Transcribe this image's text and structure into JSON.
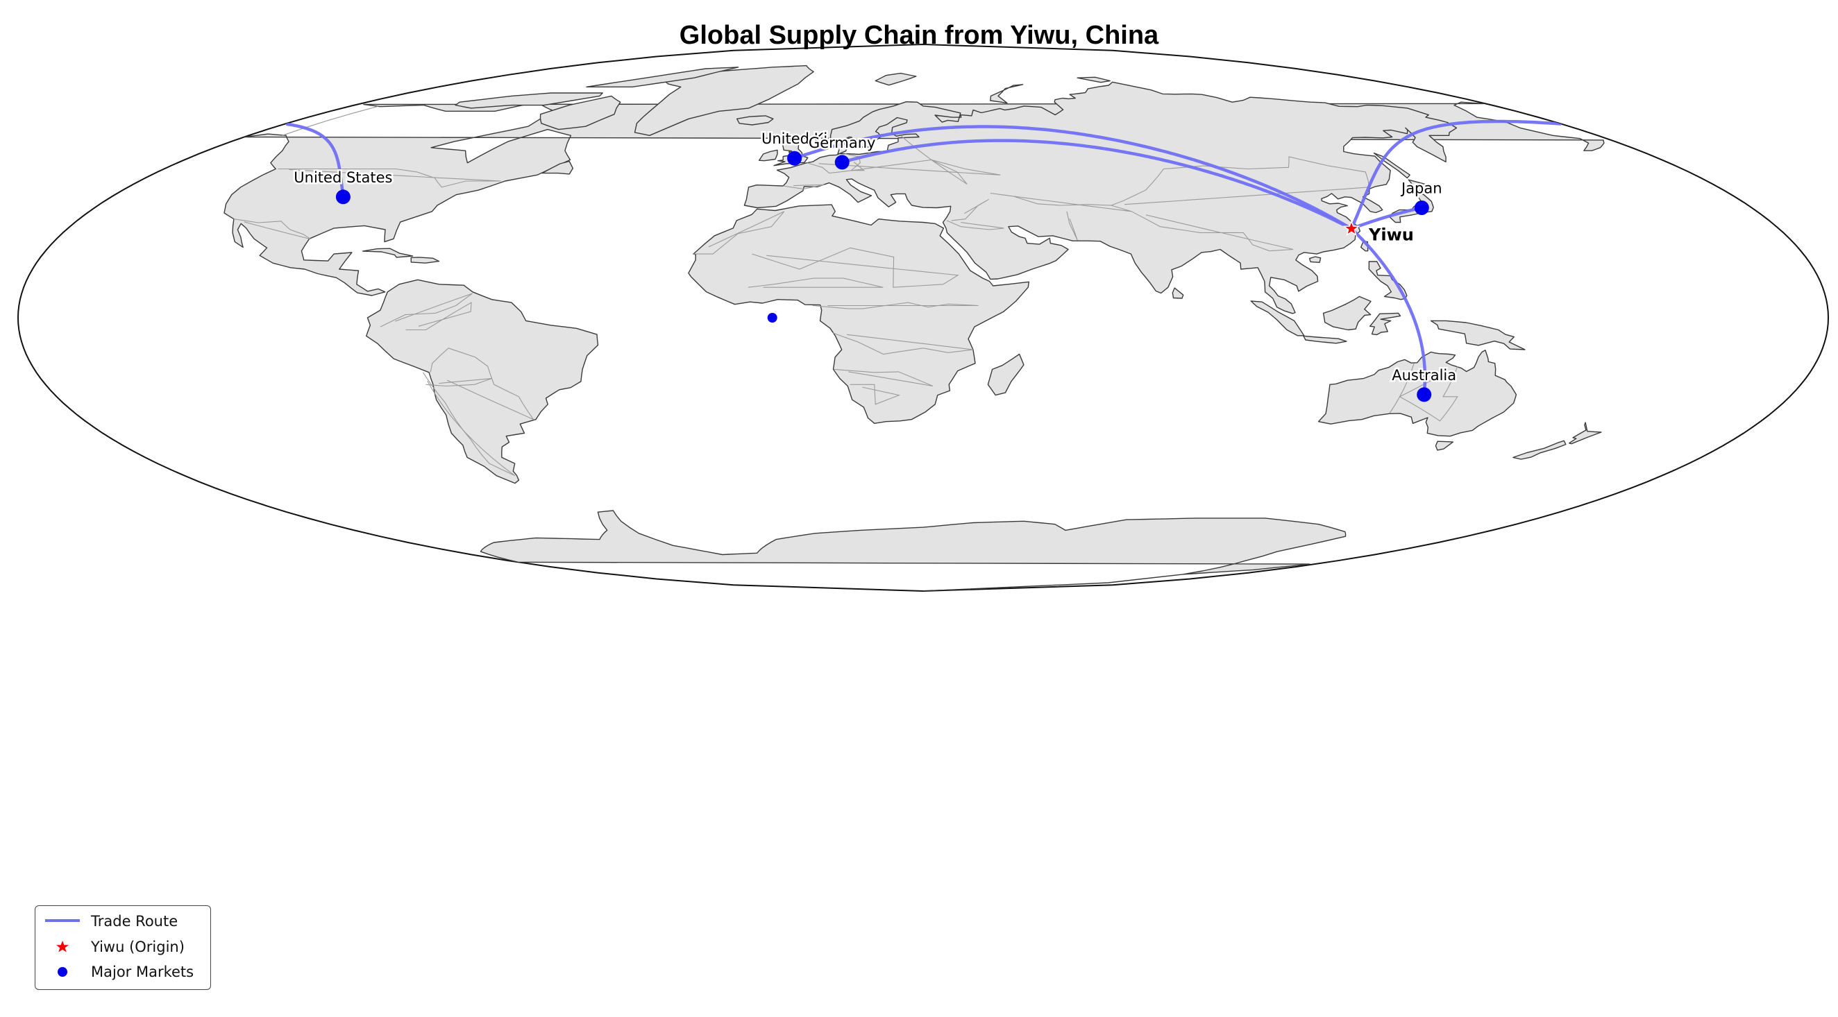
{
  "title": "Global Supply Chain from Yiwu, China",
  "colors": {
    "land": "#e3e3e3",
    "coast": "#3a3a3a",
    "borders": "#9a9a9a",
    "route": "#6f6ff5",
    "origin": "#ff0000",
    "market": "#0000ee"
  },
  "origin": {
    "name": "Yiwu",
    "lon": 120.08,
    "lat": 29.31,
    "marker": "red-star"
  },
  "markets": [
    {
      "name": "United States",
      "label": "United States",
      "lon": -98.6,
      "lat": 39.8
    },
    {
      "name": "United Kingdom",
      "label": "United Ki",
      "lon": -1.5,
      "lat": 52.5
    },
    {
      "name": "Germany",
      "label": "Germany",
      "lon": 10.4,
      "lat": 51.2
    },
    {
      "name": "Japan",
      "label": "Japan",
      "lon": 138.3,
      "lat": 36.2
    },
    {
      "name": "Australia",
      "label": "Australia",
      "lon": 133.8,
      "lat": -25.3
    }
  ],
  "stray_point": {
    "lon": 0,
    "lat": 0
  },
  "routes": [
    {
      "from": "Yiwu",
      "to": "United States"
    },
    {
      "from": "Yiwu",
      "to": "United Kingdom"
    },
    {
      "from": "Yiwu",
      "to": "Germany"
    },
    {
      "from": "Yiwu",
      "to": "Japan"
    },
    {
      "from": "Yiwu",
      "to": "Australia"
    }
  ],
  "legend": [
    {
      "label": "Trade Route",
      "symbol": "line"
    },
    {
      "label": "Yiwu (Origin)",
      "symbol": "star"
    },
    {
      "label": "Major Markets",
      "symbol": "dot"
    }
  ]
}
